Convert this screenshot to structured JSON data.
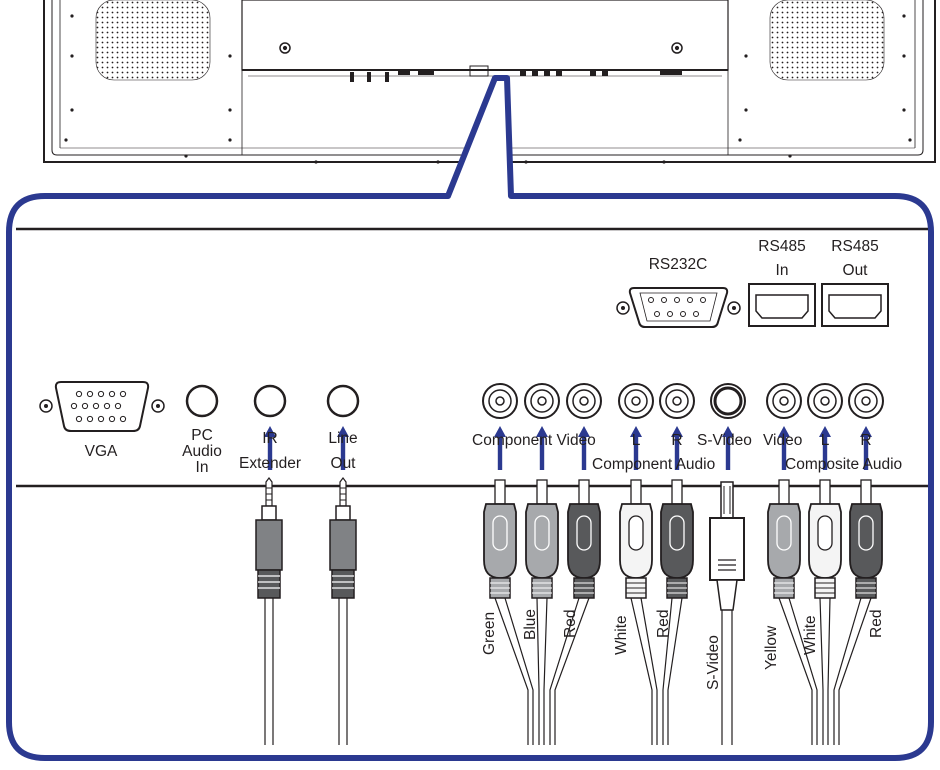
{
  "colors": {
    "callout_border": "#2b3990",
    "arrow": "#2b3990",
    "line": "#231f20",
    "plug_light": "#f4f4f4",
    "plug_mid": "#a7a9ac",
    "plug_dark": "#58595b"
  },
  "ports": {
    "rs232c": "RS232C",
    "rs485_in": [
      "RS485",
      "In"
    ],
    "rs485_out": [
      "RS485",
      "Out"
    ],
    "vga": "VGA",
    "pc_audio_in": [
      "PC",
      "Audio",
      "In"
    ],
    "ir_extender": [
      "IR",
      "Extender"
    ],
    "line_out": [
      "Line",
      "Out"
    ],
    "component_video": "Component Video",
    "component_audio": "Component Audio",
    "component_audio_l": "L",
    "component_audio_r": "R",
    "s_video": "S-Video",
    "video": "Video",
    "composite_audio": "Composite Audio",
    "composite_audio_l": "L",
    "composite_audio_r": "R"
  },
  "cables": {
    "green": "Green",
    "blue": "Blue",
    "red_component": "Red",
    "white_audio": "White",
    "red_audio": "Red",
    "s_video": "S-Video",
    "yellow": "Yellow",
    "white_composite": "White",
    "red_composite": "Red"
  }
}
